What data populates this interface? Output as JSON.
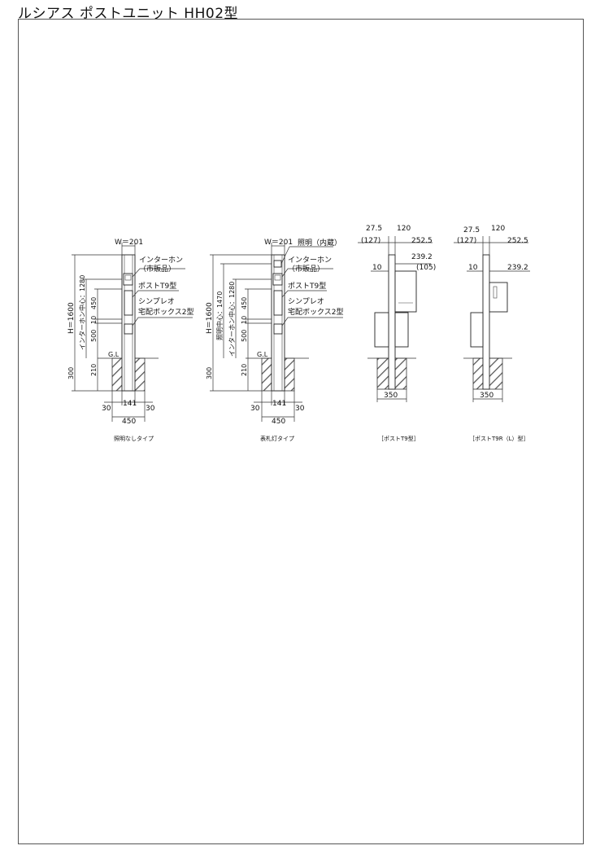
{
  "page_title": "ルシアス ポストユニット HH02型",
  "view1": {
    "caption": "照明なしタイプ",
    "width": "W＝201",
    "height_total": "H＝1600",
    "intercom_center": "インターホン中心：1280",
    "dim_450": "450",
    "dim_10": "10",
    "dim_500": "500",
    "dim_210": "210",
    "dim_300": "300",
    "gl": "G.L",
    "label_intercom": "インターホン",
    "label_intercom_sub": "（市販品）",
    "label_post": "ポストT9型",
    "label_box1": "シンプレオ",
    "label_box2": "宅配ボックス2型",
    "dim_30a": "30",
    "dim_141": "141",
    "dim_30b": "30",
    "dim_base": "450"
  },
  "view2": {
    "caption": "表札灯タイプ",
    "width": "W＝201",
    "height_total": "H＝1600",
    "light_center": "照明中心：1470",
    "intercom_center": "インターホン中心：1280",
    "dim_450": "450",
    "dim_10": "10",
    "dim_500": "500",
    "dim_210": "210",
    "dim_300": "300",
    "gl": "G.L",
    "label_light": "照明（内蔵）",
    "label_intercom": "インターホン",
    "label_intercom_sub": "（市販品）",
    "label_post": "ポストT9型",
    "label_box1": "シンプレオ",
    "label_box2": "宅配ボックス2型",
    "dim_30a": "30",
    "dim_141": "141",
    "dim_30b": "30",
    "dim_base": "450"
  },
  "view3": {
    "caption": "［ポストT9型］",
    "dim_27_5": "27.5",
    "dim_120": "120",
    "dim_127": "(127)",
    "dim_252_5": "252.5",
    "dim_239_2": "239.2",
    "dim_10": "10",
    "dim_105": "(105)",
    "dim_350": "350"
  },
  "view4": {
    "caption": "［ポストT9R（L）型］",
    "dim_27_5": "27.5",
    "dim_120": "120",
    "dim_127": "(127)",
    "dim_252_5": "252.5",
    "dim_10": "10",
    "dim_239_2": "239.2",
    "dim_350": "350"
  }
}
